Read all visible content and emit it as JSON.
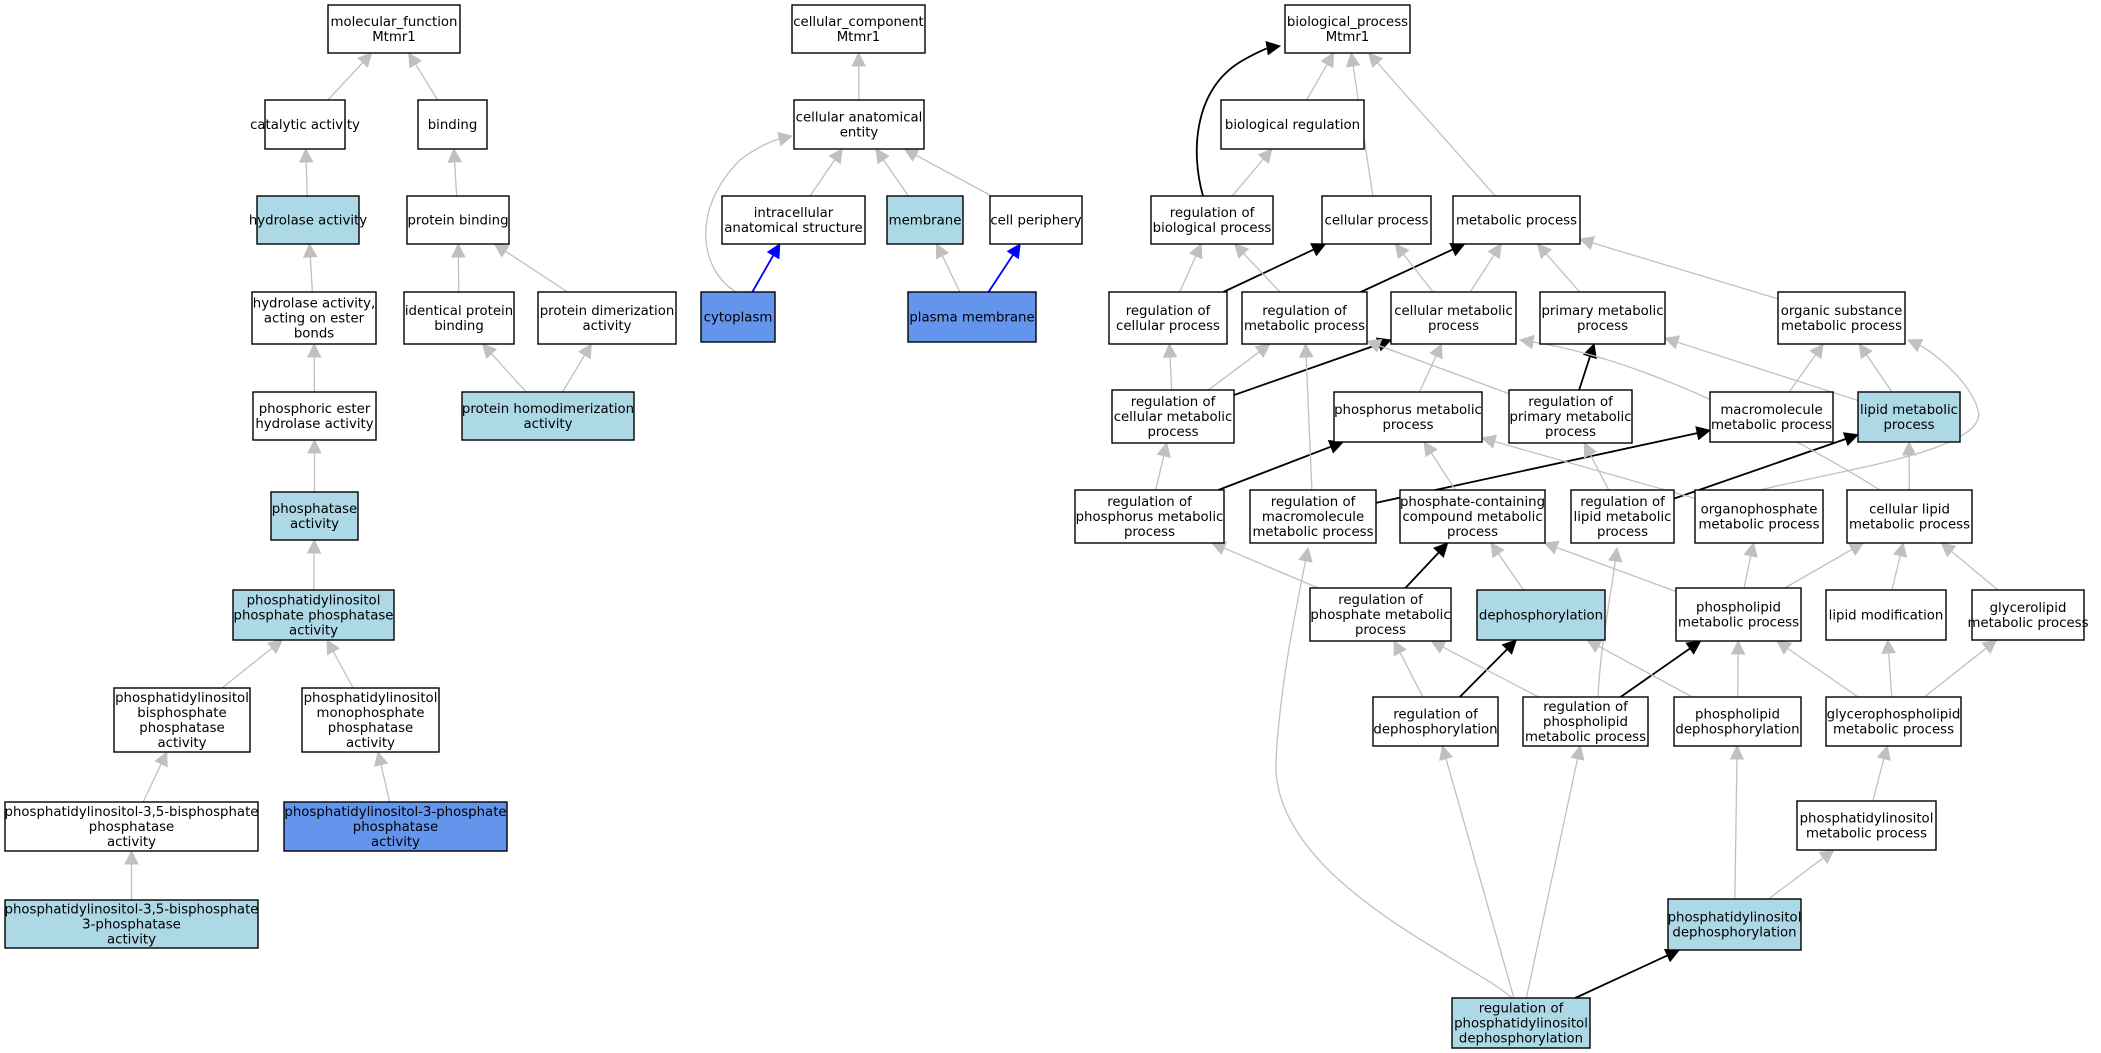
{
  "colors": {
    "plain": "#ffffff",
    "light": "#add8e6",
    "dark": "#6495ed",
    "edge_gray": "#c0c0c0",
    "edge_black": "#000000",
    "edge_blue": "#0000ff"
  },
  "nodes": {
    "mf": {
      "lines": [
        "molecular_function",
        "Mtmr1"
      ],
      "fill": "plain"
    },
    "cat": {
      "lines": [
        "catalytic activity"
      ],
      "fill": "plain"
    },
    "bind": {
      "lines": [
        "binding"
      ],
      "fill": "plain"
    },
    "hydro": {
      "lines": [
        "hydrolase activity"
      ],
      "fill": "light"
    },
    "pbind": {
      "lines": [
        "protein binding"
      ],
      "fill": "plain"
    },
    "hydroEster": {
      "lines": [
        "hydrolase activity,",
        "acting on ester",
        "bonds"
      ],
      "fill": "plain"
    },
    "identPB": {
      "lines": [
        "identical protein",
        "binding"
      ],
      "fill": "plain"
    },
    "protDimer": {
      "lines": [
        "protein dimerization",
        "activity"
      ],
      "fill": "plain"
    },
    "phosEster": {
      "lines": [
        "phosphoric ester",
        "hydrolase activity"
      ],
      "fill": "plain"
    },
    "protHomo": {
      "lines": [
        "protein homodimerization",
        "activity"
      ],
      "fill": "light"
    },
    "phosphatase": {
      "lines": [
        "phosphatase",
        "activity"
      ],
      "fill": "light"
    },
    "piPP": {
      "lines": [
        "phosphatidylinositol",
        "phosphate phosphatase",
        "activity"
      ],
      "fill": "light"
    },
    "piBis": {
      "lines": [
        "phosphatidylinositol",
        "bisphosphate",
        "phosphatase",
        "activity"
      ],
      "fill": "plain"
    },
    "piMono": {
      "lines": [
        "phosphatidylinositol",
        "monophosphate",
        "phosphatase",
        "activity"
      ],
      "fill": "plain"
    },
    "pi35": {
      "lines": [
        "phosphatidylinositol-3,5-bisphosphate",
        "phosphatase",
        "activity"
      ],
      "fill": "plain"
    },
    "pi3p": {
      "lines": [
        "phosphatidylinositol-3-phosphate",
        "phosphatase",
        "activity"
      ],
      "fill": "dark"
    },
    "pi35_3": {
      "lines": [
        "phosphatidylinositol-3,5-bisphosphate",
        "3-phosphatase",
        "activity"
      ],
      "fill": "light"
    },
    "cc": {
      "lines": [
        "cellular_component",
        "Mtmr1"
      ],
      "fill": "plain"
    },
    "cae": {
      "lines": [
        "cellular anatomical",
        "entity"
      ],
      "fill": "plain"
    },
    "intra": {
      "lines": [
        "intracellular",
        "anatomical structure"
      ],
      "fill": "plain"
    },
    "membrane": {
      "lines": [
        "membrane"
      ],
      "fill": "light"
    },
    "cellPeri": {
      "lines": [
        "cell periphery"
      ],
      "fill": "plain"
    },
    "cyto": {
      "lines": [
        "cytoplasm"
      ],
      "fill": "dark"
    },
    "plasmaMem": {
      "lines": [
        "plasma membrane"
      ],
      "fill": "dark"
    },
    "bp": {
      "lines": [
        "biological_process",
        "Mtmr1"
      ],
      "fill": "plain"
    },
    "bioReg": {
      "lines": [
        "biological regulation"
      ],
      "fill": "plain"
    },
    "regBio": {
      "lines": [
        "regulation of",
        "biological process"
      ],
      "fill": "plain"
    },
    "cellProc": {
      "lines": [
        "cellular process"
      ],
      "fill": "plain"
    },
    "metProc": {
      "lines": [
        "metabolic process"
      ],
      "fill": "plain"
    },
    "regCell": {
      "lines": [
        "regulation of",
        "cellular process"
      ],
      "fill": "plain"
    },
    "regMet": {
      "lines": [
        "regulation of",
        "metabolic process"
      ],
      "fill": "plain"
    },
    "cellMet": {
      "lines": [
        "cellular metabolic",
        "process"
      ],
      "fill": "plain"
    },
    "primMet": {
      "lines": [
        "primary metabolic",
        "process"
      ],
      "fill": "plain"
    },
    "orgSub": {
      "lines": [
        "organic substance",
        "metabolic process"
      ],
      "fill": "plain"
    },
    "regCellMet": {
      "lines": [
        "regulation of",
        "cellular metabolic",
        "process"
      ],
      "fill": "plain"
    },
    "phosMet": {
      "lines": [
        "phosphorus metabolic",
        "process"
      ],
      "fill": "plain"
    },
    "regPrimMet": {
      "lines": [
        "regulation of",
        "primary metabolic",
        "process"
      ],
      "fill": "plain"
    },
    "macroMet": {
      "lines": [
        "macromolecule",
        "metabolic process"
      ],
      "fill": "plain"
    },
    "lipidMet": {
      "lines": [
        "lipid metabolic",
        "process"
      ],
      "fill": "light"
    },
    "regPhosMet": {
      "lines": [
        "regulation of",
        "phosphorus metabolic",
        "process"
      ],
      "fill": "plain"
    },
    "regMacro": {
      "lines": [
        "regulation of",
        "macromolecule",
        "metabolic process"
      ],
      "fill": "plain"
    },
    "phosCont": {
      "lines": [
        "phosphate-containing",
        "compound metabolic",
        "process"
      ],
      "fill": "plain"
    },
    "regLipid": {
      "lines": [
        "regulation of",
        "lipid metabolic",
        "process"
      ],
      "fill": "plain"
    },
    "orgPhos": {
      "lines": [
        "organophosphate",
        "metabolic process"
      ],
      "fill": "plain"
    },
    "cellLipid": {
      "lines": [
        "cellular lipid",
        "metabolic process"
      ],
      "fill": "plain"
    },
    "regPhosphate": {
      "lines": [
        "regulation of",
        "phosphate metabolic",
        "process"
      ],
      "fill": "plain"
    },
    "dephos": {
      "lines": [
        "dephosphorylation"
      ],
      "fill": "light"
    },
    "phospholipid": {
      "lines": [
        "phospholipid",
        "metabolic process"
      ],
      "fill": "plain"
    },
    "lipidMod": {
      "lines": [
        "lipid modification"
      ],
      "fill": "plain"
    },
    "glycerolipid": {
      "lines": [
        "glycerolipid",
        "metabolic process"
      ],
      "fill": "plain"
    },
    "regDephos": {
      "lines": [
        "regulation of",
        "dephosphorylation"
      ],
      "fill": "plain"
    },
    "regPhospholipid": {
      "lines": [
        "regulation of",
        "phospholipid",
        "metabolic process"
      ],
      "fill": "plain"
    },
    "phospholipidDephos": {
      "lines": [
        "phospholipid",
        "dephosphorylation"
      ],
      "fill": "plain"
    },
    "glycerophospholipid": {
      "lines": [
        "glycerophospholipid",
        "metabolic process"
      ],
      "fill": "plain"
    },
    "piMet": {
      "lines": [
        "phosphatidylinositol",
        "metabolic process"
      ],
      "fill": "plain"
    },
    "piDephos": {
      "lines": [
        "phosphatidylinositol",
        "dephosphorylation"
      ],
      "fill": "light"
    },
    "regPiDephos": {
      "lines": [
        "regulation of",
        "phosphatidylinositol",
        "dephosphorylation"
      ],
      "fill": "light"
    }
  },
  "edges": [
    {
      "from": "cat",
      "to": "mf",
      "style": "gray"
    },
    {
      "from": "bind",
      "to": "mf",
      "style": "gray"
    },
    {
      "from": "hydro",
      "to": "cat",
      "style": "gray"
    },
    {
      "from": "pbind",
      "to": "bind",
      "style": "gray"
    },
    {
      "from": "hydroEster",
      "to": "hydro",
      "style": "gray"
    },
    {
      "from": "identPB",
      "to": "pbind",
      "style": "gray"
    },
    {
      "from": "protDimer",
      "to": "pbind",
      "style": "gray"
    },
    {
      "from": "phosEster",
      "to": "hydroEster",
      "style": "gray"
    },
    {
      "from": "protHomo",
      "to": "identPB",
      "style": "gray"
    },
    {
      "from": "protHomo",
      "to": "protDimer",
      "style": "gray"
    },
    {
      "from": "phosphatase",
      "to": "phosEster",
      "style": "gray"
    },
    {
      "from": "piPP",
      "to": "phosphatase",
      "style": "gray"
    },
    {
      "from": "piBis",
      "to": "piPP",
      "style": "gray"
    },
    {
      "from": "piMono",
      "to": "piPP",
      "style": "gray"
    },
    {
      "from": "pi35",
      "to": "piBis",
      "style": "gray"
    },
    {
      "from": "pi3p",
      "to": "piMono",
      "style": "gray"
    },
    {
      "from": "pi35_3",
      "to": "pi35",
      "style": "gray"
    },
    {
      "from": "cae",
      "to": "cc",
      "style": "gray"
    },
    {
      "from": "intra",
      "to": "cae",
      "style": "gray"
    },
    {
      "from": "membrane",
      "to": "cae",
      "style": "gray"
    },
    {
      "from": "cellPeri",
      "to": "cae",
      "style": "gray"
    },
    {
      "from": "cyto",
      "to": "cae",
      "style": "gray",
      "curve": "cytoCae"
    },
    {
      "from": "cyto",
      "to": "intra",
      "style": "blue"
    },
    {
      "from": "plasmaMem",
      "to": "membrane",
      "style": "gray"
    },
    {
      "from": "plasmaMem",
      "to": "cellPeri",
      "style": "blue"
    },
    {
      "from": "bioReg",
      "to": "bp",
      "style": "gray"
    },
    {
      "from": "regBio",
      "to": "bp",
      "style": "black",
      "curve": "regBioBp"
    },
    {
      "from": "cellProc",
      "to": "bp",
      "style": "gray"
    },
    {
      "from": "metProc",
      "to": "bp",
      "style": "gray"
    },
    {
      "from": "regBio",
      "to": "bioReg",
      "style": "gray"
    },
    {
      "from": "regCell",
      "to": "regBio",
      "style": "gray"
    },
    {
      "from": "regCell",
      "to": "cellProc",
      "style": "black"
    },
    {
      "from": "regMet",
      "to": "regBio",
      "style": "gray"
    },
    {
      "from": "regMet",
      "to": "metProc",
      "style": "black"
    },
    {
      "from": "cellMet",
      "to": "cellProc",
      "style": "gray"
    },
    {
      "from": "cellMet",
      "to": "metProc",
      "style": "gray"
    },
    {
      "from": "primMet",
      "to": "metProc",
      "style": "gray"
    },
    {
      "from": "orgSub",
      "to": "metProc",
      "style": "gray"
    },
    {
      "from": "regCellMet",
      "to": "regCell",
      "style": "gray"
    },
    {
      "from": "regCellMet",
      "to": "regMet",
      "style": "gray"
    },
    {
      "from": "regCellMet",
      "to": "cellMet",
      "style": "black"
    },
    {
      "from": "phosMet",
      "to": "cellMet",
      "style": "gray"
    },
    {
      "from": "regPrimMet",
      "to": "primMet",
      "style": "black"
    },
    {
      "from": "regPrimMet",
      "to": "regMet",
      "style": "gray"
    },
    {
      "from": "macroMet",
      "to": "orgSub",
      "style": "gray"
    },
    {
      "from": "lipidMet",
      "to": "orgSub",
      "style": "gray"
    },
    {
      "from": "lipidMet",
      "to": "primMet",
      "style": "gray"
    },
    {
      "from": "regPhosMet",
      "to": "regCellMet",
      "style": "gray"
    },
    {
      "from": "regPhosMet",
      "to": "phosMet",
      "style": "black"
    },
    {
      "from": "regMacro",
      "to": "regMet",
      "style": "gray"
    },
    {
      "from": "regMacro",
      "to": "macroMet",
      "style": "black"
    },
    {
      "from": "phosCont",
      "to": "phosMet",
      "style": "gray"
    },
    {
      "from": "regLipid",
      "to": "regPrimMet",
      "style": "gray"
    },
    {
      "from": "regLipid",
      "to": "lipidMet",
      "style": "black"
    },
    {
      "from": "orgPhos",
      "to": "phosMet",
      "style": "gray"
    },
    {
      "from": "orgPhos",
      "to": "orgSub",
      "style": "gray",
      "curve": "orgPhosOrgSub"
    },
    {
      "from": "cellLipid",
      "to": "lipidMet",
      "style": "gray"
    },
    {
      "from": "cellLipid",
      "to": "cellMet",
      "style": "gray",
      "curve": "cellLipidCellMet"
    },
    {
      "from": "regPhosphate",
      "to": "regPhosMet",
      "style": "gray"
    },
    {
      "from": "regPhosphate",
      "to": "phosCont",
      "style": "black"
    },
    {
      "from": "dephos",
      "to": "phosCont",
      "style": "gray"
    },
    {
      "from": "phospholipid",
      "to": "phosCont",
      "style": "gray"
    },
    {
      "from": "phospholipid",
      "to": "orgPhos",
      "style": "gray"
    },
    {
      "from": "phospholipid",
      "to": "cellLipid",
      "style": "gray"
    },
    {
      "from": "lipidMod",
      "to": "cellLipid",
      "style": "gray"
    },
    {
      "from": "glycerolipid",
      "to": "cellLipid",
      "style": "gray"
    },
    {
      "from": "regDephos",
      "to": "regPhosphate",
      "style": "gray"
    },
    {
      "from": "regDephos",
      "to": "dephos",
      "style": "black"
    },
    {
      "from": "regPhospholipid",
      "to": "regPhosphate",
      "style": "gray"
    },
    {
      "from": "regPhospholipid",
      "to": "phospholipid",
      "style": "black"
    },
    {
      "from": "regPhospholipid",
      "to": "regLipid",
      "style": "gray",
      "curve": "regPlRegLipid"
    },
    {
      "from": "phospholipidDephos",
      "to": "dephos",
      "style": "gray"
    },
    {
      "from": "phospholipidDephos",
      "to": "phospholipid",
      "style": "gray"
    },
    {
      "from": "glycerophospholipid",
      "to": "phospholipid",
      "style": "gray"
    },
    {
      "from": "glycerophospholipid",
      "to": "lipidMod",
      "style": "gray"
    },
    {
      "from": "glycerophospholipid",
      "to": "glycerolipid",
      "style": "gray"
    },
    {
      "from": "piMet",
      "to": "glycerophospholipid",
      "style": "gray"
    },
    {
      "from": "piDephos",
      "to": "phospholipidDephos",
      "style": "gray"
    },
    {
      "from": "piDephos",
      "to": "piMet",
      "style": "gray"
    },
    {
      "from": "regPiDephos",
      "to": "regDephos",
      "style": "gray"
    },
    {
      "from": "regPiDephos",
      "to": "regPhospholipid",
      "style": "gray"
    },
    {
      "from": "regPiDephos",
      "to": "piDephos",
      "style": "black"
    },
    {
      "from": "regPiDephos",
      "to": "regMacro",
      "style": "gray",
      "curve": "regPiRegMacro"
    }
  ]
}
